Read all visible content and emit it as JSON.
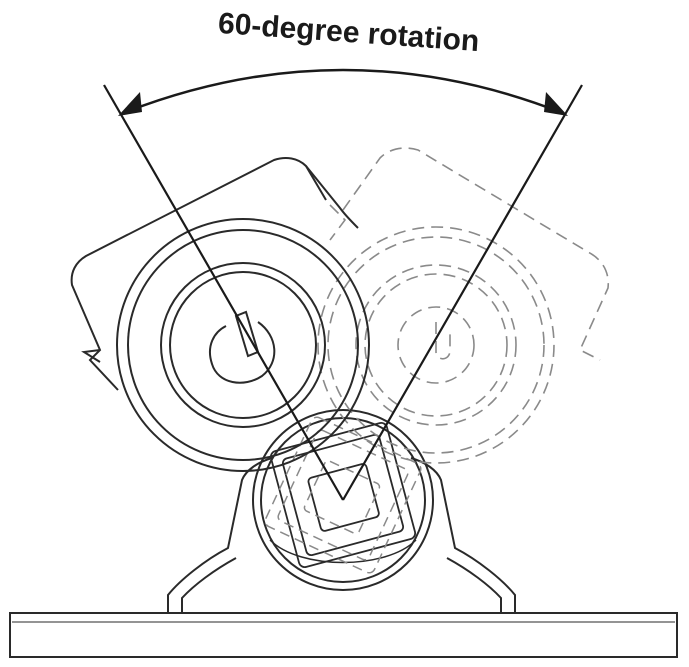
{
  "annotation": {
    "label": "60-degree rotation",
    "angle_degrees": 60
  },
  "colors": {
    "ink": "#1a1a1a",
    "outline": "#2a2a2a",
    "ghost": "#8a8a8a",
    "background": "#ffffff"
  },
  "figure": {
    "positions": [
      "solid-original-position",
      "dashed-rotated-position"
    ]
  }
}
